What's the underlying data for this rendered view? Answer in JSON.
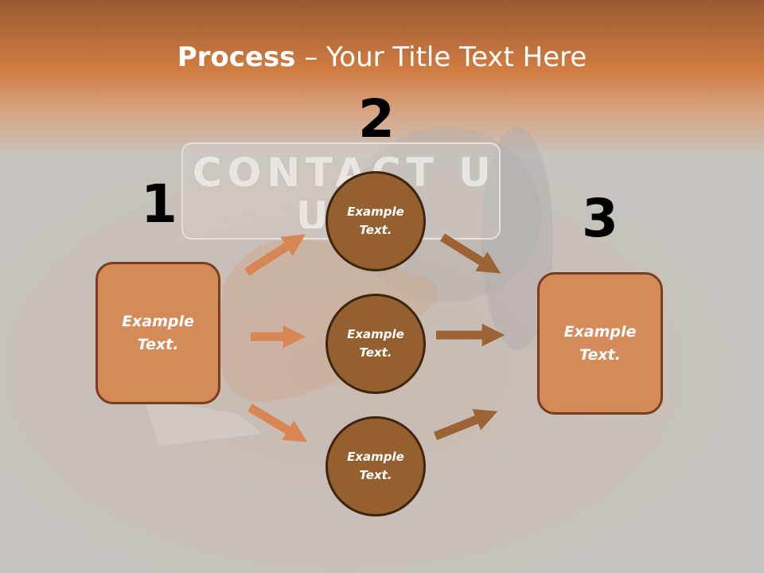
{
  "slide": {
    "title_bold": "Process",
    "title_rest": " – Your Title Text Here",
    "background_text": "CONTACT U",
    "steps": [
      "1",
      "2",
      "3"
    ],
    "left_box": "Example\nText.",
    "right_box": "Example\nText.",
    "circles": [
      "Example\nText.",
      "Example\nText.",
      "Example\nText."
    ]
  },
  "colors": {
    "header_orange": "#c87841",
    "box_fill": "#d58a5a",
    "circle_fill": "#946030",
    "arrow_left": "#d98655",
    "arrow_right": "#9c6334"
  }
}
